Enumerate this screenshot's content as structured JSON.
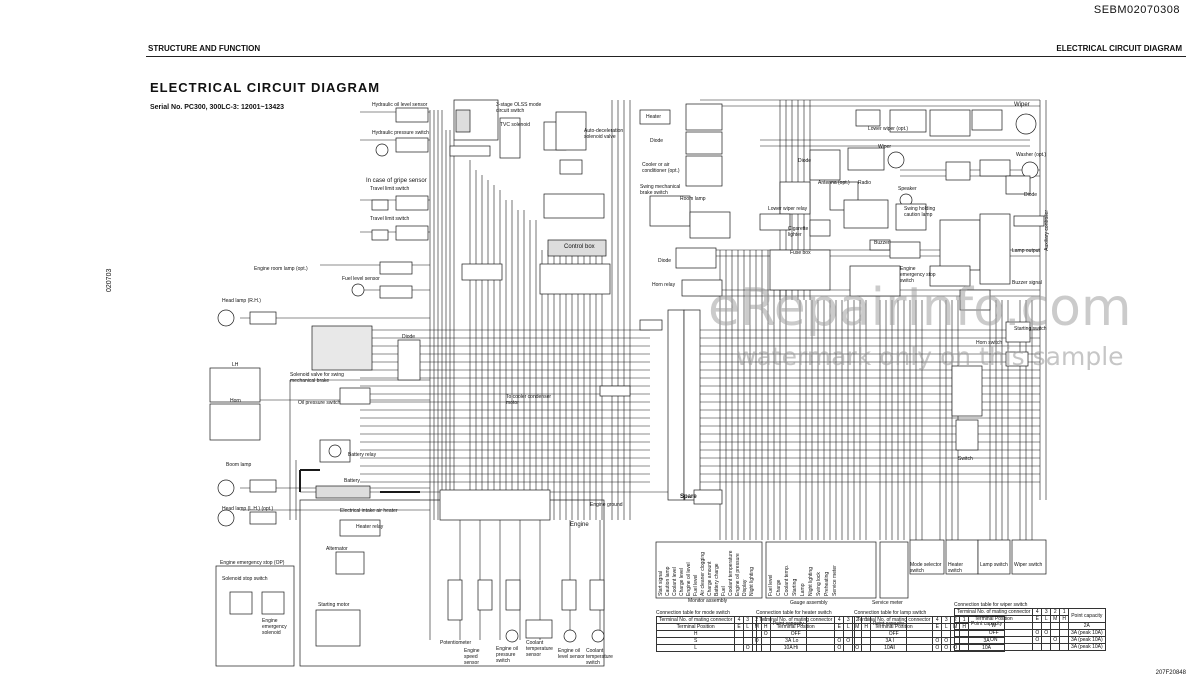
{
  "document": {
    "code": "SEBM02070308",
    "header_left": "STRUCTURE AND FUNCTION",
    "header_right": "ELECTRICAL CIRCUIT DIAGRAM",
    "title": "ELECTRICAL CIRCUIT DIAGRAM",
    "serial": "Serial No. PC300, 300LC-3: 12001~13423",
    "side_code": "020703",
    "figure_code": "207F20848"
  },
  "watermark": {
    "line1": "eRepairInfo.com",
    "line2": "watermark only on this sample"
  },
  "left_components": {
    "hydraulic_oil_level": "Hydraulic oil level sensor",
    "hydraulic_pressure_switch": "Hydraulic pressure switch",
    "gripe_sensor": "In case of gripe sensor",
    "travel_limit_switch_1": "Travel limit switch",
    "travel_limit_switch_2": "Travel limit switch",
    "engine_room_lamp": "Engine room lamp (opt.)",
    "fuel_level_sensor": "Fuel level sensor",
    "head_lamp_rh": "Head lamp (R.H.)",
    "solenoid_swing": "Solenoid valve for swing mechanical brake",
    "diode": "Diode",
    "lh": "LH",
    "horn": "Horn",
    "oil_pressure_switch": "Oil pressure switch",
    "battery_relay": "Battery relay",
    "boom_lamp": "Boom lamp",
    "battery": "Battery",
    "head_lamp_lh": "Head lamp (L.H.) (opt.)",
    "intake_heater": "Electrical intake air heater",
    "heater_relay": "Heater relay",
    "alternator": "Alternator",
    "starting_motor": "Starting motor",
    "engine_emergency_stop": "Engine emergency stop (OP)",
    "solenoid_stop_switch": "Solenoid stop switch",
    "engine_emergency_solenoid": "Engine emergency solenoid",
    "potentiometer": "Potentiometer",
    "engine_speed_sensor": "Engine speed sensor",
    "engine_oil_pressure_switch": "Engine oil pressure switch",
    "coolant_temp_sensor": "Coolant temperature sensor",
    "engine_oil_level_sensor": "Engine oil level sensor",
    "coolant_temp_switch": "Coolant temperature switch",
    "engine": "Engine",
    "engine_ground": "Engine ground",
    "to_cooler_condenser": "To cooler condenser motor"
  },
  "center_components": {
    "olss_switch": "3-stage OLSS mode circuit switch",
    "tvc_solenoid": "TVC solenoid",
    "auto_decel": "Auto-deceleration solenoid valve",
    "control_box": "Control box"
  },
  "right_components": {
    "heater": "Heater",
    "diode_1": "Diode",
    "cooler": "Cooler or air conditioner (opt.)",
    "swing_brake_switch": "Swing mechanical brake switch",
    "room_lamp": "Room lamp",
    "diode_2": "Diode",
    "horn_relay": "Horn relay",
    "spare": "Spare",
    "wiper": "Wiper",
    "lower_wiper": "Lower wiper (opt.)",
    "diode_3": "Diode",
    "washer": "Washer (opt.)",
    "wiper_2": "Wiper",
    "diode_4": "Diode",
    "antenna": "Antenna (opt.)",
    "radio": "Radio",
    "speaker": "Speaker",
    "lower_wiper_relay": "Lower wiper relay",
    "cigarette_lighter": "Cigarette lighter",
    "swing_holding": "Swing holding caution lamp",
    "buzzer": "Buzzer",
    "lamp_output": "Lamp output",
    "buzzer_signal": "Buzzer signal",
    "fuse_box": "Fuse box",
    "engine_emergency_stop_switch": "Engine emergency stop switch",
    "starting_switch": "Starting switch",
    "horn_switch": "Horn switch",
    "switch": "Switch",
    "auxiliary_controller": "Auxiliary controller"
  },
  "bottom_modules": {
    "monitor_assembly": "Monitor assembly",
    "gauge_assembly": "Gauge assembly",
    "service_meter": "Service meter",
    "mode_selector_switch": "Mode selector switch",
    "heater_switch": "Heater switch",
    "lamp_switch": "Lamp switch",
    "wiper_switch": "Wiper switch",
    "monitor_items": [
      "Start signal",
      "Caution lamp",
      "Coolant level",
      "Charge level",
      "Engine oil level",
      "Fuel level",
      "Air cleaner clogging",
      "Charge amount",
      "Battery charge",
      "Fuel",
      "Coolant temperature",
      "Engine oil pressure",
      "Display",
      "Night lighting"
    ],
    "gauge_items": [
      "Fuel level",
      "Charge",
      "Coolant temp.",
      "Starting",
      "Lamp",
      "Night lighting",
      "Swing lock",
      "Preheating",
      "Service meter"
    ]
  },
  "tables": [
    {
      "title": "Connection table for mode switch",
      "cols": [
        "Terminal No. of mating connector",
        "4",
        "3",
        "2",
        "1",
        "Point capacity"
      ],
      "subcols": [
        "Terminal Position",
        "E",
        "L",
        "M",
        "H"
      ],
      "rows": [
        [
          "H",
          "",
          "",
          "",
          "O",
          ""
        ],
        [
          "S",
          "",
          "",
          "O",
          "",
          "3A"
        ],
        [
          "L",
          "",
          "O",
          "",
          "",
          "10A"
        ]
      ]
    },
    {
      "title": "Connection table for heater switch",
      "cols": [
        "Terminal No. of mating connector",
        "4",
        "3",
        "2",
        "1",
        "Point capacity"
      ],
      "subcols": [
        "Terminal Position",
        "E",
        "L",
        "M",
        "H"
      ],
      "rows": [
        [
          "OFF",
          "",
          "",
          "",
          "",
          ""
        ],
        [
          "Lo",
          "O",
          "O",
          "",
          "",
          "3A"
        ],
        [
          "Hi",
          "O",
          "",
          "O",
          "",
          "10A"
        ]
      ]
    },
    {
      "title": "Connection table for lamp switch",
      "cols": [
        "Terminal No. of mating connector",
        "4",
        "3",
        "2",
        "1",
        "Point capacity"
      ],
      "subcols": [
        "Terminal Position",
        "E",
        "L",
        "M",
        "H"
      ],
      "rows": [
        [
          "OFF",
          "",
          "",
          "",
          "",
          ""
        ],
        [
          "I",
          "O",
          "O",
          "",
          "",
          "3A"
        ],
        [
          "II",
          "O",
          "O",
          "O",
          "",
          "10A"
        ]
      ]
    },
    {
      "title": "Connection table for wiper switch",
      "cols": [
        "Terminal No. of mating connector",
        "4",
        "3",
        "2",
        "1",
        "Point capacity"
      ],
      "subcols": [
        "Terminal Position",
        "E",
        "L",
        "M",
        "H"
      ],
      "rows": [
        [
          "W",
          "",
          "",
          "",
          "",
          "2A"
        ],
        [
          "OFF",
          "O",
          "O",
          "",
          "",
          "3A (peak 10A)"
        ],
        [
          "ON",
          "O",
          "",
          "O",
          "",
          "3A (peak 10A)"
        ],
        [
          "",
          "",
          "",
          "",
          "",
          "3A (peak 10A)"
        ]
      ]
    }
  ]
}
